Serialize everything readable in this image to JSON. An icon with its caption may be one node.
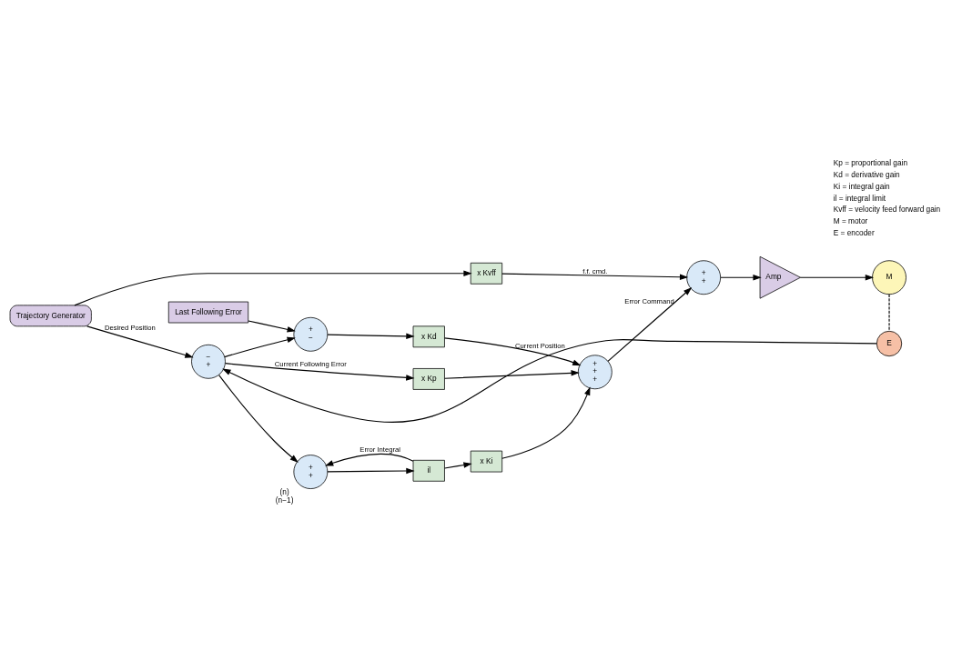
{
  "diagram": {
    "nodes": [
      {
        "text": [
          "−",
          "+"
        ]
      },
      {
        "text": [
          "x Kp"
        ]
      },
      {
        "text": [
          "+",
          "−"
        ]
      },
      {
        "text": [
          "x Kd"
        ]
      },
      {
        "text": [
          "Last Following Error"
        ]
      },
      {
        "text": [
          "+",
          "+",
          "+"
        ]
      },
      {
        "text": [
          "+",
          "+"
        ]
      },
      {
        "text": [
          "Amp"
        ]
      },
      {
        "text": [
          "M"
        ]
      },
      {
        "text": [
          "E"
        ]
      },
      {
        "text": [
          "Trajectory Generator"
        ]
      },
      {
        "text": [
          "+",
          "+"
        ],
        "beside": [
          "(n)",
          "(n−1)"
        ]
      },
      {
        "text": [
          "il"
        ]
      },
      {
        "text": [
          "x Ki"
        ]
      },
      {
        "text": [
          "x Kvff"
        ]
      }
    ],
    "edges": [
      {
        "from": 9,
        "to": 0,
        "arrow": "to",
        "label": "Current Position"
      },
      {
        "from": 0,
        "to": 1,
        "arrow": "to",
        "label": "Current Following Error"
      },
      {
        "from": 0,
        "to": 2,
        "arrow": "to"
      },
      {
        "from": 0,
        "to": 11,
        "arrow": "to"
      },
      {
        "from": 1,
        "to": 5,
        "arrow": "to"
      },
      {
        "from": 2,
        "to": 3,
        "arrow": "to"
      },
      {
        "from": 4,
        "to": 2,
        "arrow": "to"
      },
      {
        "from": 3,
        "to": 5,
        "arrow": "to"
      },
      {
        "from": 5,
        "to": 6,
        "arrow": "to",
        "label": "Error Command"
      },
      {
        "from": 6,
        "to": 7,
        "arrow": "to"
      },
      {
        "from": 7,
        "to": 8,
        "arrow": "to"
      },
      {
        "from": 8,
        "to": 9,
        "arrow": "none",
        "style": "dashed"
      },
      {
        "from": 10,
        "to": 0,
        "arrow": "to",
        "label": "Desired Position"
      },
      {
        "from": 11,
        "to": 12,
        "arrow": "to"
      },
      {
        "from": 12,
        "to": 13,
        "arrow": "to"
      },
      {
        "from": 12,
        "to": 11,
        "arrow": "to",
        "label": "Error Integral"
      },
      {
        "from": 13,
        "to": 5,
        "arrow": "to"
      },
      {
        "from": 10,
        "to": 14,
        "arrow": "to"
      },
      {
        "from": 14,
        "to": 6,
        "arrow": "to",
        "label": "f.f. cmd."
      }
    ],
    "labels": [
      "Kp = proportional gain",
      "Kd = derivative gain",
      "Ki = integral gain",
      "il = integral limit",
      "Kvff = velocity feed forward gain",
      "M = motor",
      "E = encoder"
    ]
  }
}
